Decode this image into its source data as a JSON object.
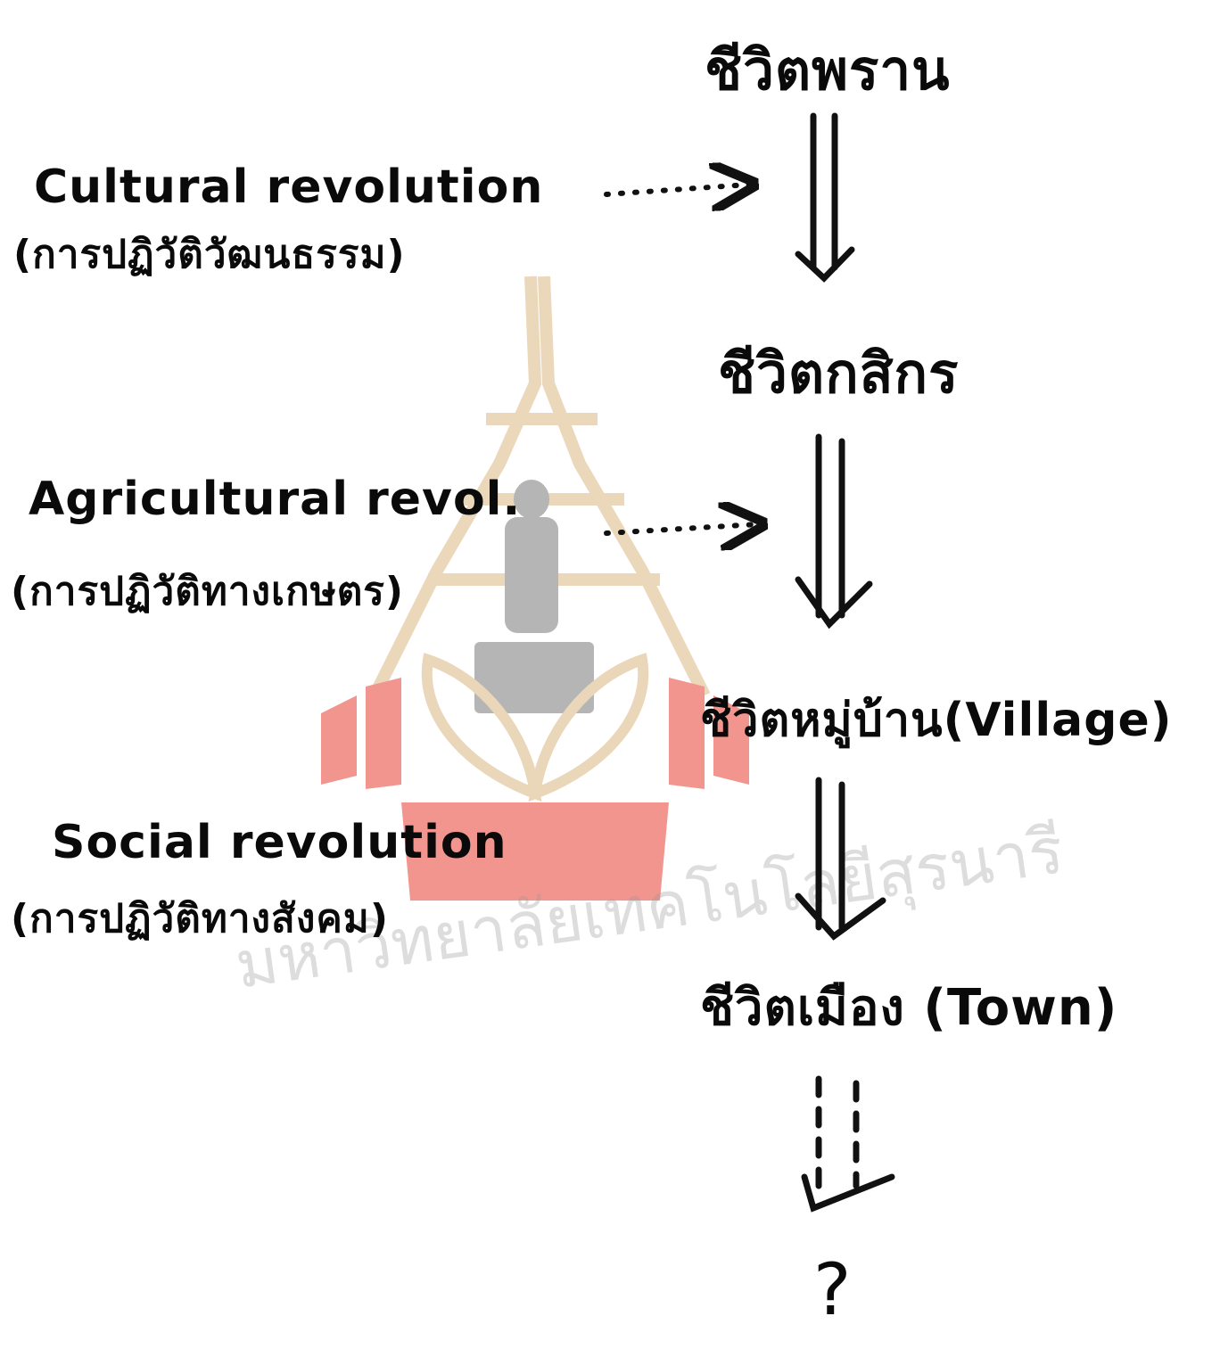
{
  "stages": [
    "ชีวิตพราน",
    "ชีวิตกสิกร",
    "ชีวิตหมู่บ้าน(Village)",
    "ชีวิตเมือง (Town)",
    "?"
  ],
  "revolutions": [
    {
      "label": "Cultural revolution",
      "thai": "(การปฏิวัติวัฒนธรรม)"
    },
    {
      "label": "Agricultural revol.",
      "thai": "(การปฏิวัติทางเกษตร)"
    },
    {
      "label": "Social revolution",
      "thai": "(การปฏิวัติทางสังคม)"
    }
  ],
  "watermark": {
    "text": "มหาวิทยาลัยเทคโนโลยีสุรนารี",
    "colors": {
      "red": "#f08a84",
      "tan": "#e8d3b5",
      "gray": "#a8a8a8"
    }
  }
}
